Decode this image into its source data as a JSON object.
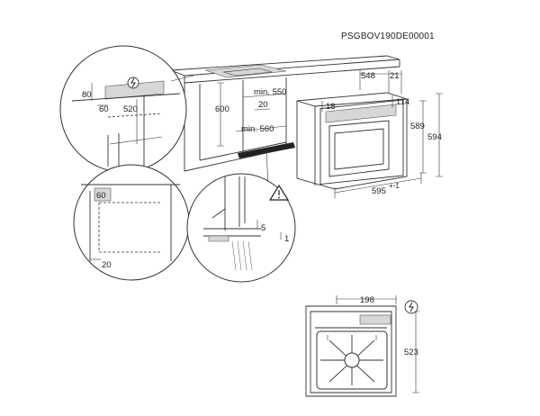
{
  "reference_code": "PSGBOV190DE00001",
  "dimensions": {
    "d548": "548",
    "d21": "21",
    "d114": "114",
    "d18": "18",
    "d589": "589",
    "d594": "594",
    "d595": "595",
    "d595_tol": "+-1",
    "min550": "min. 550",
    "min560": "min. 560",
    "d20_cabinet": "20",
    "d600": "600",
    "d80": "80",
    "d60_left": "60",
    "d520": "520",
    "d60_box": "60",
    "d20_detail": "20",
    "d5": "5",
    "d1": "1",
    "d198": "198",
    "d523": "523"
  },
  "icons": {
    "plug": "plug-icon",
    "warning": "warning-icon"
  }
}
